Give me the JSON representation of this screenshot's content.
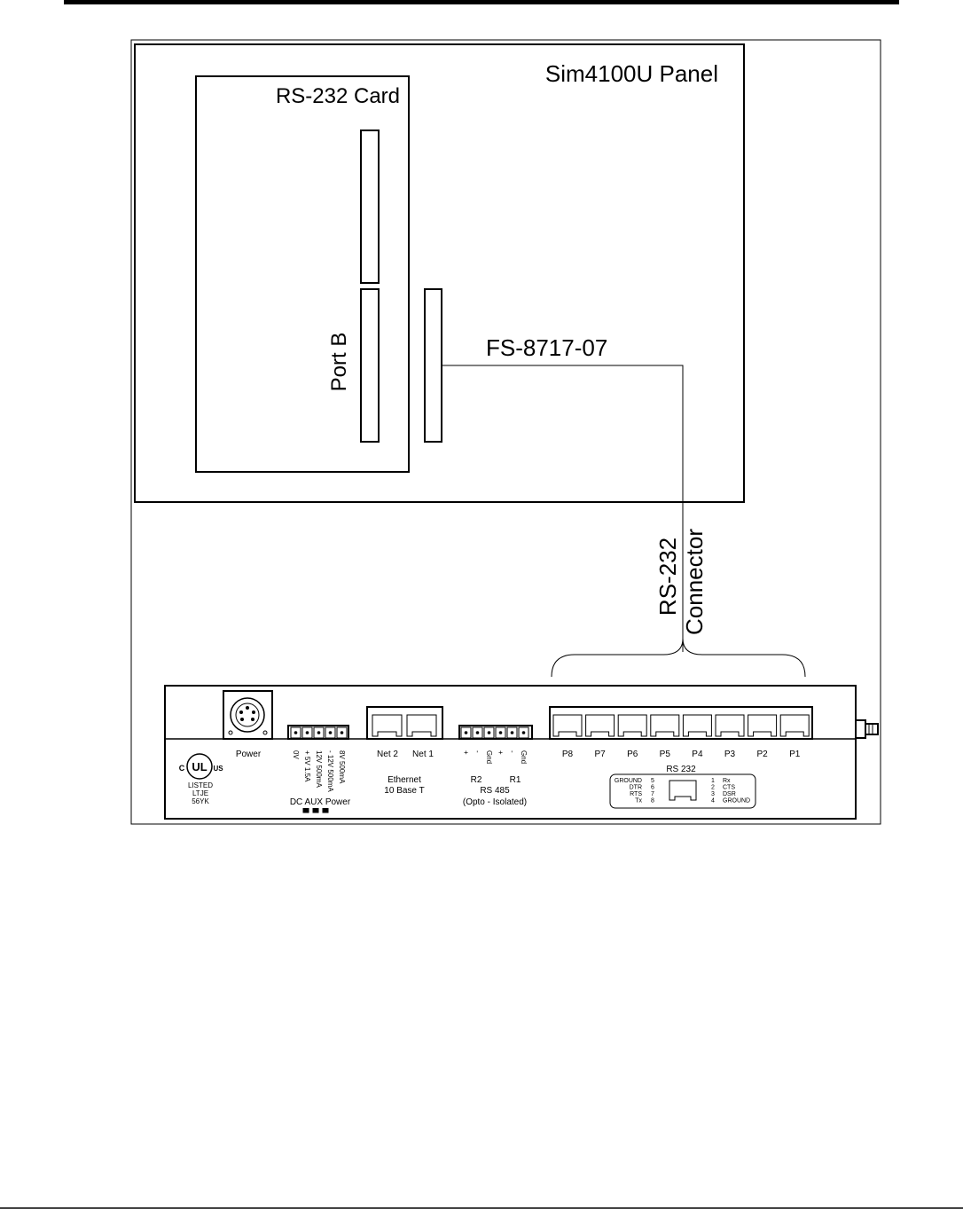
{
  "diagram": {
    "panel_title": "Sim4100U Panel",
    "card_title": "RS-232 Card",
    "port_label": "Port B",
    "cable_label": "FS-8717-07",
    "connector_label_line1": "RS-232",
    "connector_label_line2": "Connector"
  },
  "device": {
    "power_label": "Power",
    "aux_pins": [
      "0V",
      "+ 5V 1.5A",
      "12V 500mA",
      "- 12V 500mA",
      "8V 500mA"
    ],
    "aux_title": "DC AUX Power",
    "ethernet_ports": [
      "Net 2",
      "Net 1"
    ],
    "ethernet_title_line1": "Ethernet",
    "ethernet_title_line2": "10 Base T",
    "rs485_pins": [
      "+",
      "-",
      "Gnd",
      "+",
      "-",
      "Gnd"
    ],
    "rs485_groups": [
      "R2",
      "R1"
    ],
    "rs485_title_line1": "RS 485",
    "rs485_title_line2": "(Opto - Isolated)",
    "rs232_ports": [
      "P8",
      "P7",
      "P6",
      "P5",
      "P4",
      "P3",
      "P2",
      "P1"
    ],
    "rs232_title": "RS 232",
    "pinout_left": [
      {
        "name": "GROUND",
        "pin": "5"
      },
      {
        "name": "DTR",
        "pin": "6"
      },
      {
        "name": "RTS",
        "pin": "7"
      },
      {
        "name": "Tx",
        "pin": "8"
      }
    ],
    "pinout_right": [
      {
        "pin": "1",
        "name": "Rx"
      },
      {
        "pin": "2",
        "name": "CTS"
      },
      {
        "pin": "3",
        "name": "DSR"
      },
      {
        "pin": "4",
        "name": "GROUND"
      }
    ],
    "ul_mark": "UL",
    "ul_c": "C",
    "ul_us": "US",
    "ul_listed": "LISTED",
    "ul_code1": "LTJE",
    "ul_code2": "56YK"
  }
}
